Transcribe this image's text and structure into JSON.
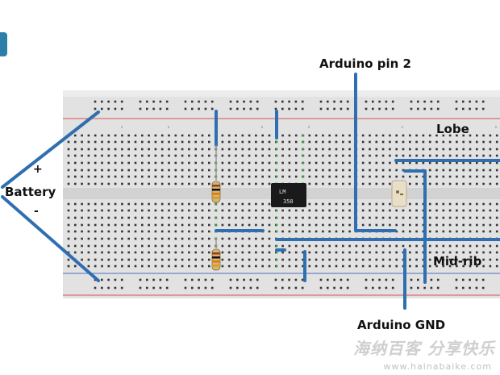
{
  "labels": {
    "arduino_pin": "Arduino pin 2",
    "lobe": "Lobe",
    "battery": "Battery",
    "plus": "+",
    "minus": "-",
    "midrib": "Mid-rib",
    "arduino_gnd": "Arduino GND",
    "chip_top": "LM",
    "chip_bottom": "358"
  },
  "watermark": {
    "text": "海纳百客 分享快乐",
    "url": "www.hainabaike.com"
  },
  "colors": {
    "wire": "#2f6fb0",
    "board": "#e2e2e2",
    "rail_red": "#d9534f",
    "rail_blue": "#4a6fbf",
    "hole": "#333333",
    "hole_green": "#3c9a3c",
    "chip": "#1a1a1a"
  }
}
